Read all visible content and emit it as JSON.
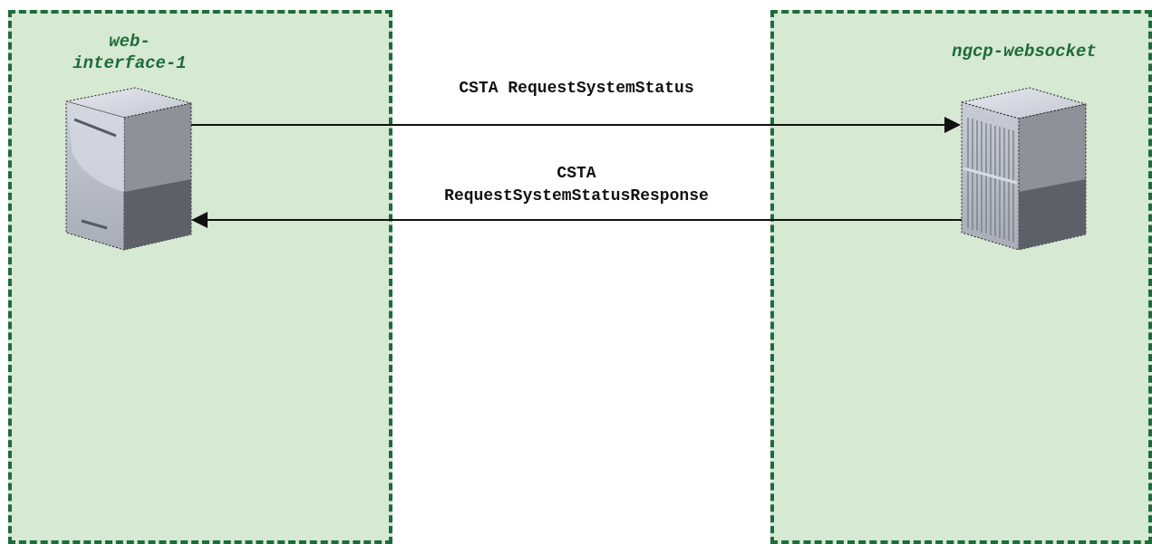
{
  "nodes": {
    "left": {
      "label": "web-\ninterface-1",
      "icon": "server-icon"
    },
    "right": {
      "label": "ngcp-websocket",
      "icon": "server-rack-icon"
    }
  },
  "messages": [
    {
      "label": "CSTA RequestSystemStatus",
      "from": "left",
      "to": "right"
    },
    {
      "label": "CSTA\nRequestSystemStatusResponse",
      "from": "right",
      "to": "left"
    }
  ],
  "colors": {
    "zone_fill": "#d6e9d3",
    "zone_border": "#1f6b3a",
    "label": "#1f6b3a",
    "arrow": "#111111"
  }
}
